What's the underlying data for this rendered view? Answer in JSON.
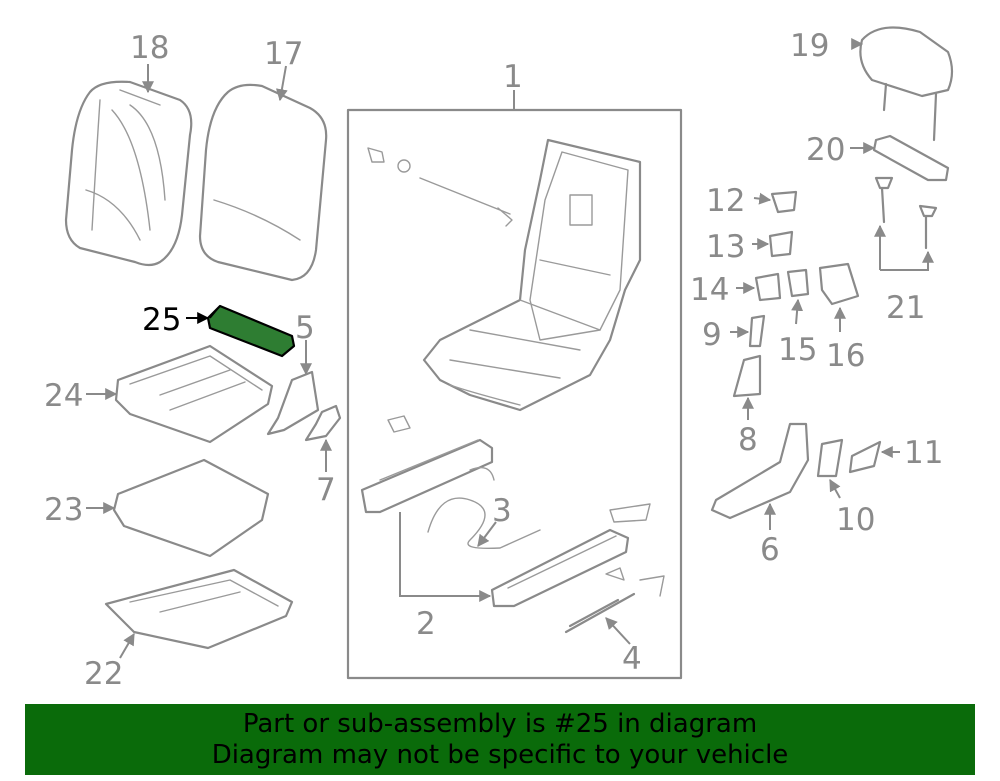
{
  "colors": {
    "line_art": "#8a8a8a",
    "highlight_fill": "#2e7d32",
    "highlight_outline": "#000000",
    "banner_background": "#0a6b0a",
    "banner_text": "#000000"
  },
  "callouts": {
    "c1": "1",
    "c2": "2",
    "c3": "3",
    "c4": "4",
    "c5": "5",
    "c6": "6",
    "c7": "7",
    "c8": "8",
    "c9": "9",
    "c10": "10",
    "c11": "11",
    "c12": "12",
    "c13": "13",
    "c14": "14",
    "c15": "15",
    "c16": "16",
    "c17": "17",
    "c18": "18",
    "c19": "19",
    "c20": "20",
    "c21": "21",
    "c22": "22",
    "c23": "23",
    "c24": "24",
    "c25": "25"
  },
  "highlighted_part": "25",
  "banner": {
    "line1": "Part or sub-assembly is #25 in diagram",
    "line2": "Diagram may not be specific to your vehicle"
  }
}
